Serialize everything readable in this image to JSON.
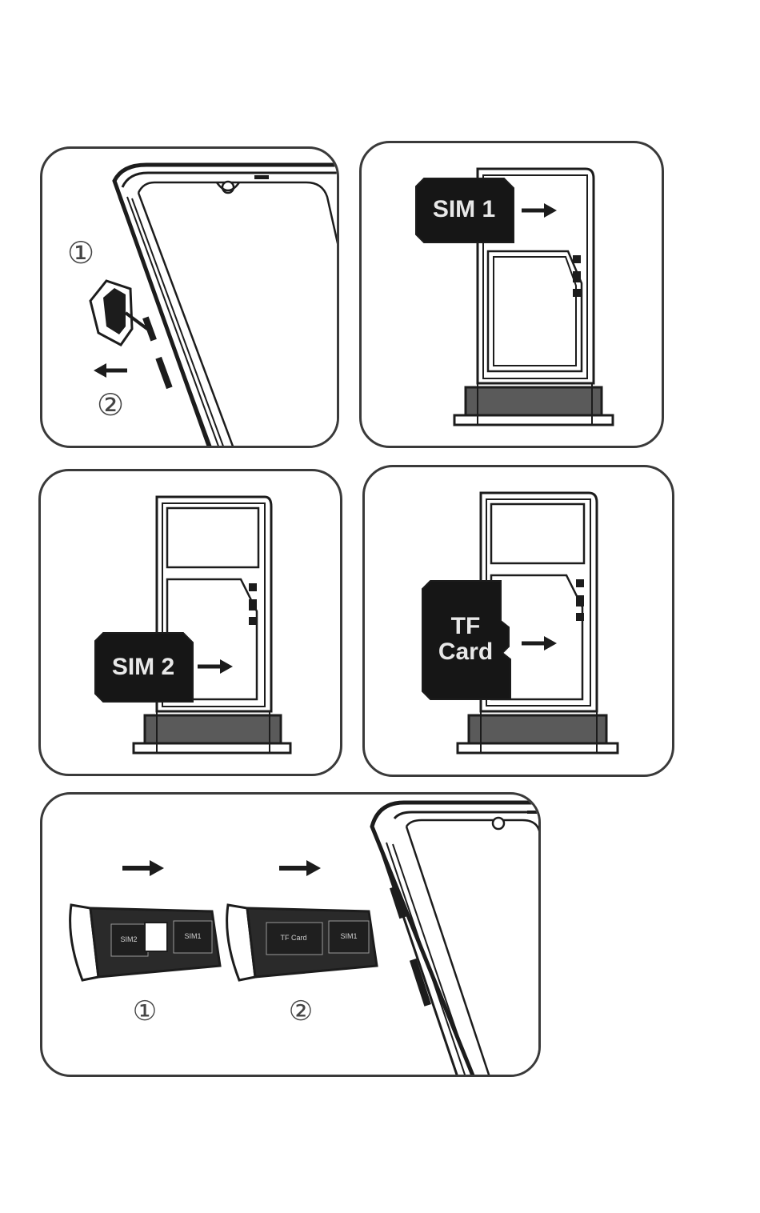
{
  "panels": {
    "p1": {
      "step_1": "①",
      "step_2": "②"
    },
    "p2": {
      "card_label": "SIM 1"
    },
    "p3": {
      "card_label": "SIM 2"
    },
    "p4": {
      "card_label_line1": "TF",
      "card_label_line2": "Card"
    },
    "p5": {
      "step_1": "①",
      "step_2": "②",
      "tray1_slot_a": "SIM2",
      "tray1_slot_b": "SIM1",
      "tray2_slot_a": "TF Card",
      "tray2_slot_b": "SIM1"
    }
  },
  "colors": {
    "ink": "#1c1c1c",
    "card_fill": "#161616",
    "card_text": "#e8e8e8",
    "panel_border": "#3a3a3a",
    "background": "#ffffff"
  }
}
